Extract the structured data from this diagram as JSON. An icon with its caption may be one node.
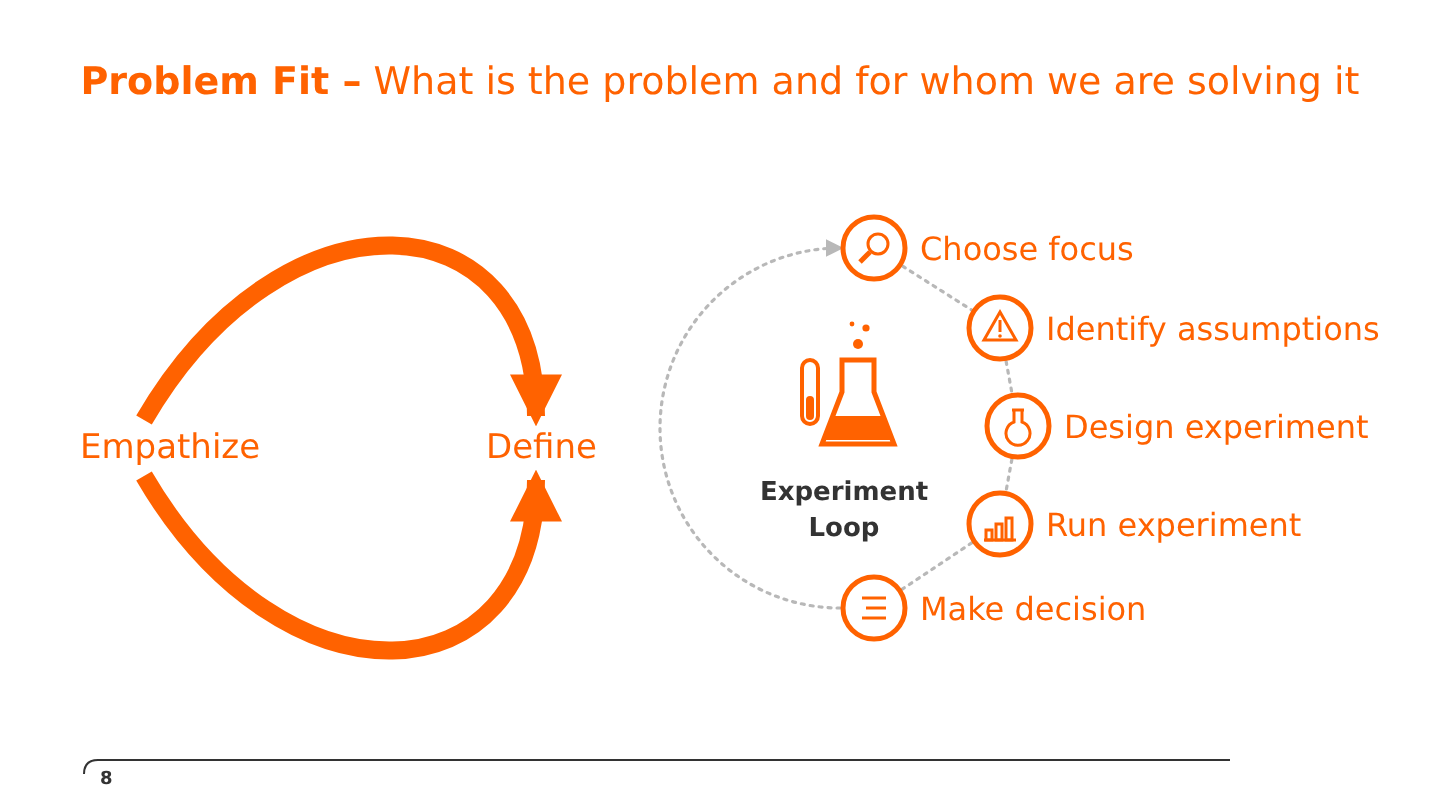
{
  "diagram": {
    "title": "**Problem Fit –** What is the problem and for whom we are solving it",
    "nodes": [
      {
        "text": [
          "Empathize"
        ]
      },
      {
        "text": [
          "Define"
        ]
      },
      {
        "text": [
          "Experiment Loop"
        ]
      },
      {
        "text": [
          "Choose focus"
        ]
      },
      {
        "text": [
          "Identify assumptions"
        ]
      },
      {
        "text": [
          "Design experiment"
        ]
      },
      {
        "text": [
          "Run experiment"
        ]
      },
      {
        "text": [
          "Make decision"
        ]
      }
    ],
    "edges": [
      {
        "from": 0,
        "to": 1,
        "arrow": "to",
        "style": "thick",
        "color": "#ff6200"
      },
      {
        "from": 0,
        "to": 1,
        "arrow": "to",
        "style": "thick",
        "color": "#ff6200"
      },
      {
        "from": 3,
        "to": 4,
        "arrow": "none",
        "style": "dashed"
      },
      {
        "from": 4,
        "to": 5,
        "arrow": "none",
        "style": "dashed"
      },
      {
        "from": 5,
        "to": 6,
        "arrow": "none",
        "style": "dashed"
      },
      {
        "from": 6,
        "to": 7,
        "arrow": "none",
        "style": "dashed"
      },
      {
        "from": 7,
        "to": 3,
        "arrow": "to",
        "style": "dashed"
      }
    ],
    "labels": [
      "8"
    ]
  }
}
